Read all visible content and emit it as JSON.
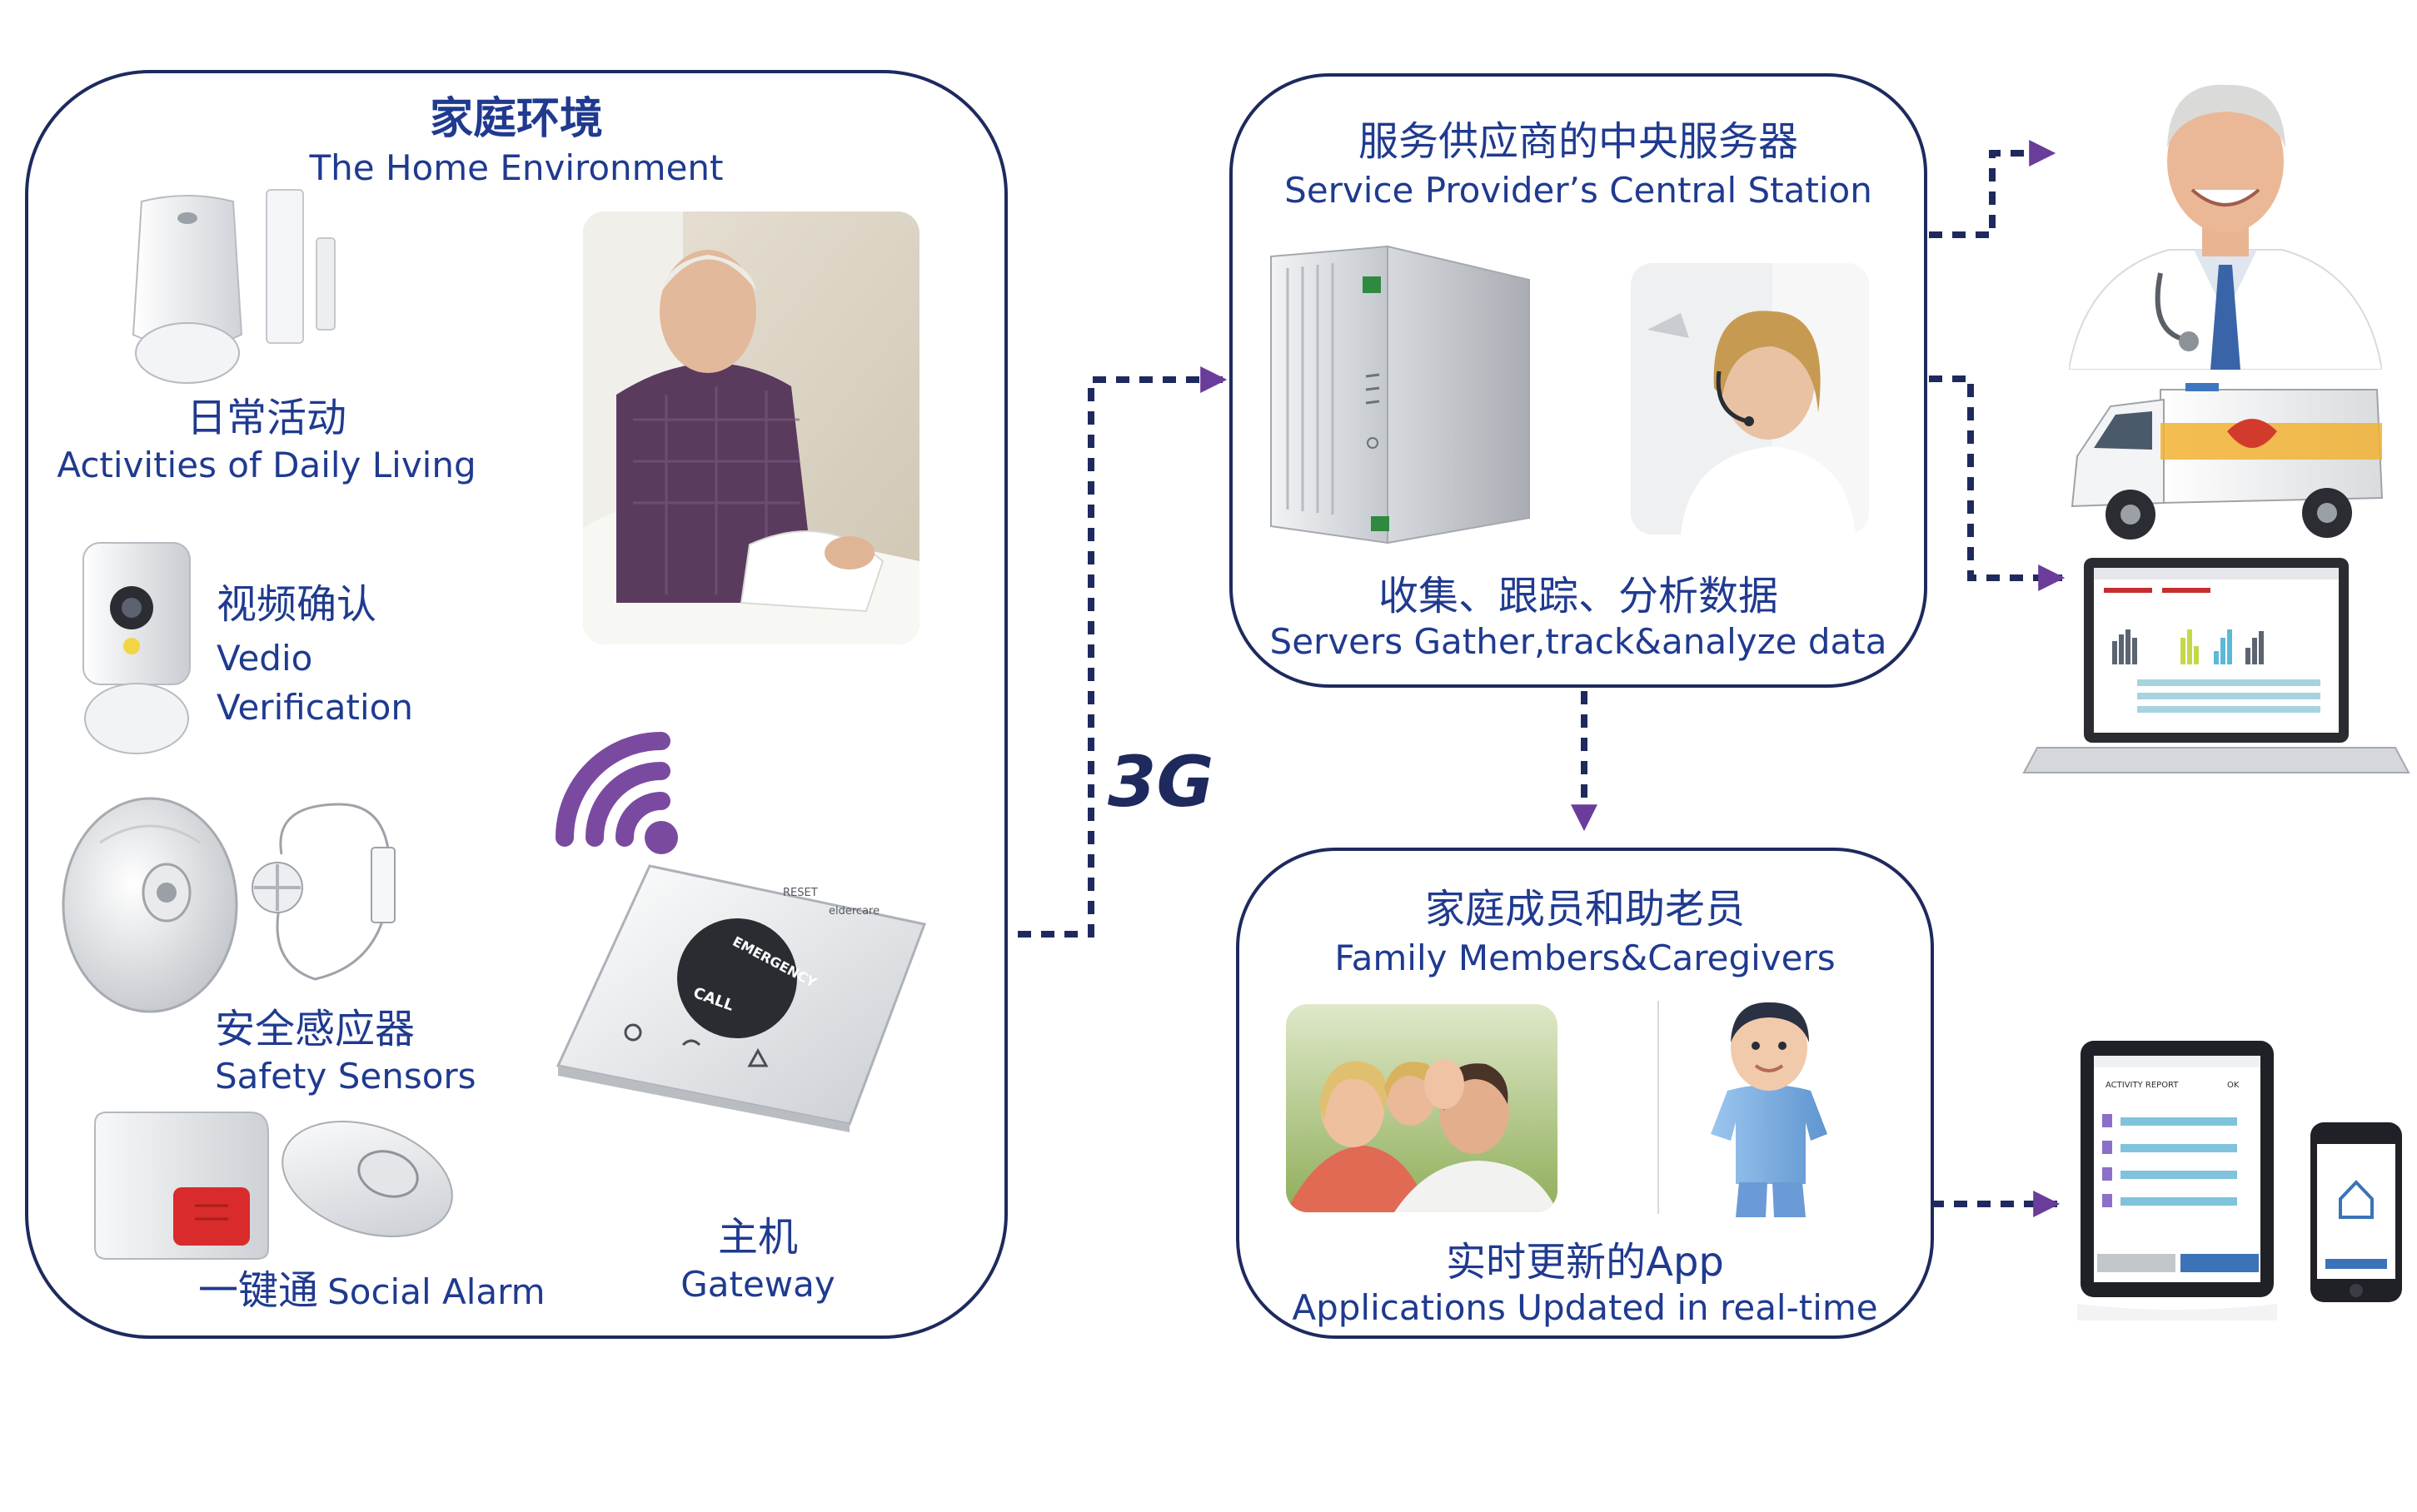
{
  "home": {
    "title_cn": "家庭环境",
    "title_en": "The Home Environment",
    "adl_cn": "日常活动",
    "adl_en": "Activities of Daily Living",
    "video_cn": "视频确认",
    "video_en_1": "Vedio",
    "video_en_2": "Verification",
    "safety_cn": "安全感应器",
    "safety_en": "Safety Sensors",
    "alarm_cn": "一键通",
    "alarm_en": "Social Alarm",
    "gateway_cn": "主机",
    "gateway_en": "Gateway",
    "gateway_device": {
      "reset_label": "RESET",
      "brand_label": "eldercare",
      "emergency_label": "EMERGENCY",
      "call_label": "CALL"
    }
  },
  "network": {
    "label": "3G"
  },
  "central": {
    "title_cn": "服务供应商的中央服务器",
    "title_en": "Service Provider’s Central Station",
    "caption_cn": "收集、跟踪、分析数据",
    "caption_en": "Servers Gather,track&analyze data"
  },
  "family": {
    "title_cn": "家庭成员和助老员",
    "title_en": "Family Members&Caregivers",
    "caption_cn": "实时更新的App",
    "caption_en": "Applications Updated in real-time"
  },
  "devices": {
    "tablet_header": "ACTIVITY REPORT",
    "tablet_status": "OK"
  },
  "colors": {
    "panel_border": "#1e2a5e",
    "text": "#1f3a8f",
    "connector": "#1e2a5e",
    "arrowhead": "#6a3d9a",
    "wifi": "#7a4aa0"
  },
  "icons": {
    "motion_sensor": "motion-sensor-icon",
    "door_sensor": "door-sensor-icon",
    "camera": "camera-icon",
    "smoke_detector": "smoke-detector-icon",
    "pendant": "pendant-icon",
    "alarm_button": "alarm-button-icon",
    "remote": "remote-fob-icon",
    "wifi": "wifi-icon",
    "gateway": "gateway-hub-icon",
    "server": "server-tower-icon",
    "operator": "call-operator-icon",
    "doctor": "doctor-icon",
    "ambulance": "ambulance-icon",
    "laptop": "laptop-icon",
    "family": "family-photo-icon",
    "caregiver": "caregiver-figure-icon",
    "tablet": "tablet-icon",
    "phone": "smartphone-icon",
    "elder": "elder-photo-icon"
  }
}
